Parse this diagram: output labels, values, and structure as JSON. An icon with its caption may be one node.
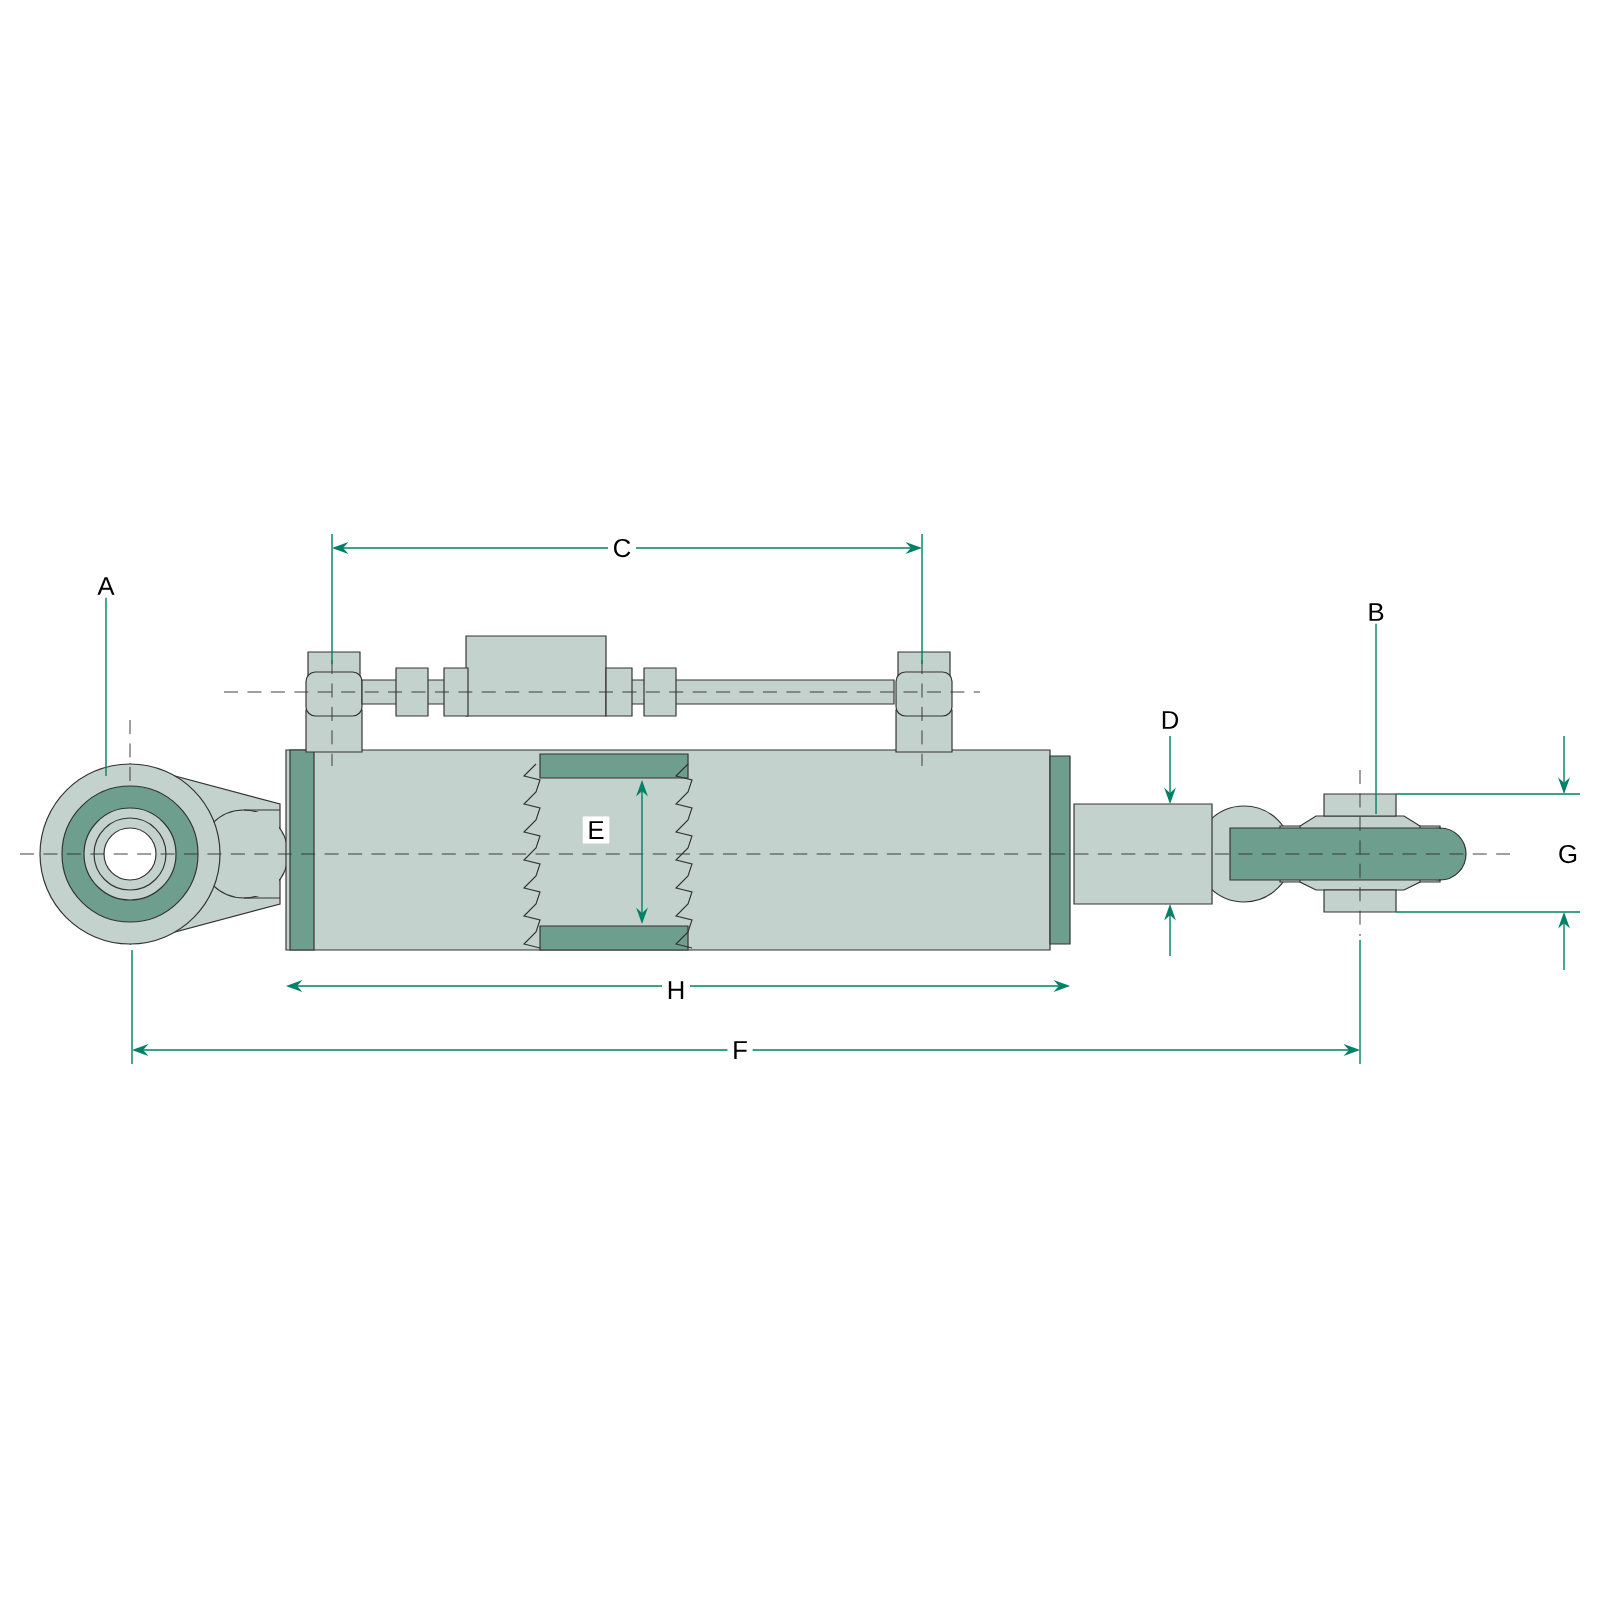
{
  "diagram": {
    "nodes": [
      {
        "text": [
          "A"
        ]
      },
      {
        "text": [
          "B"
        ]
      }
    ],
    "edges": [
      {
        "from": 0,
        "to": null,
        "arrow": "none"
      },
      {
        "from": 1,
        "to": null,
        "arrow": "none"
      }
    ],
    "labels": [
      "C",
      "D",
      "E",
      "G",
      "H",
      "F"
    ]
  }
}
